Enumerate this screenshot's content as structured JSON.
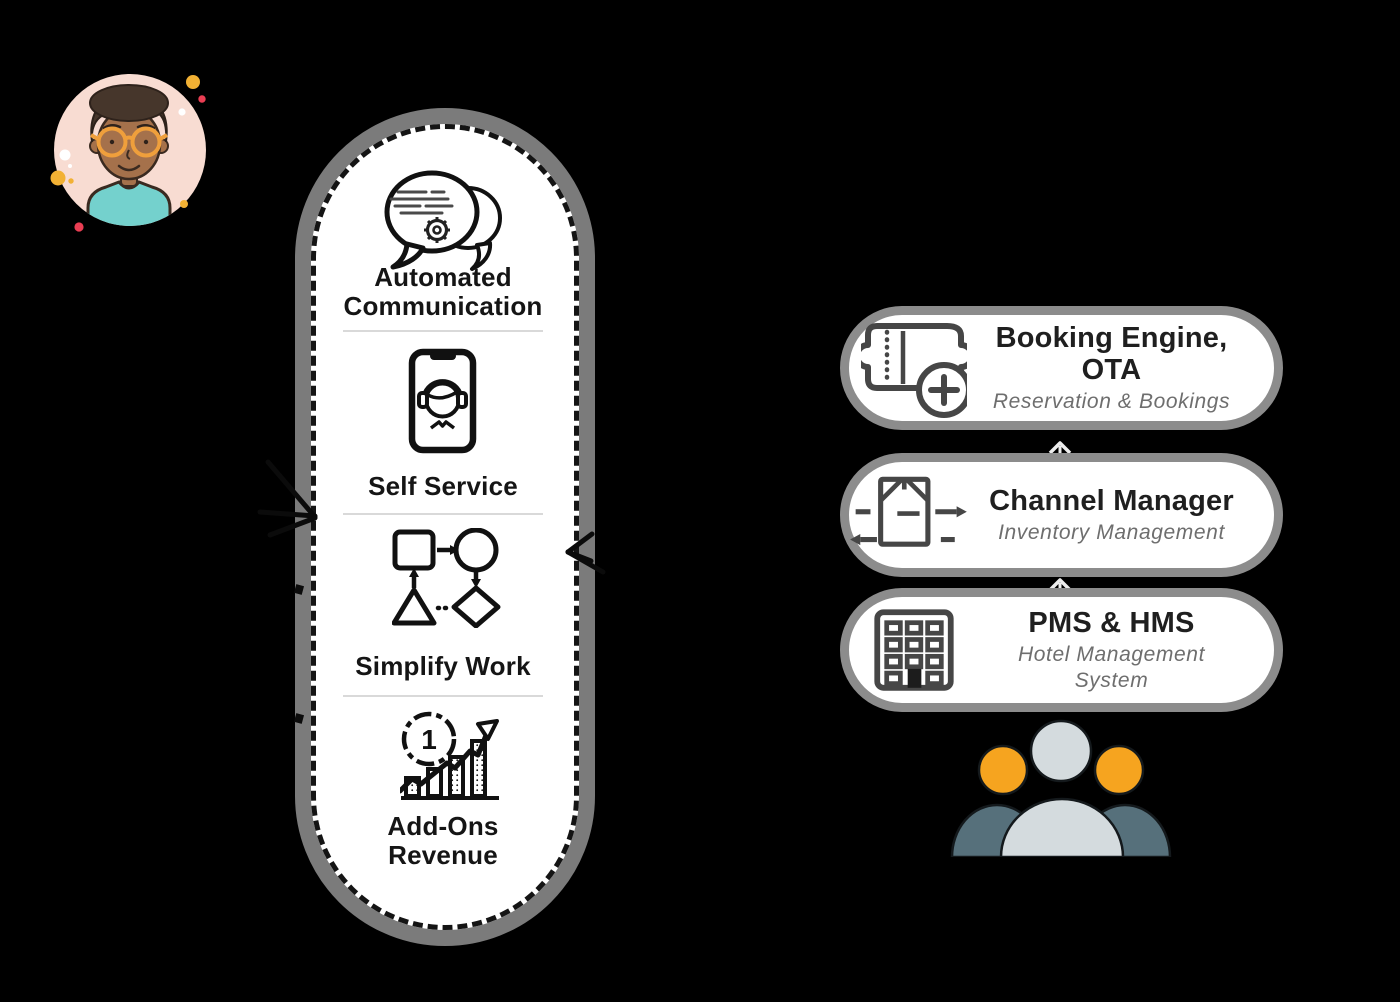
{
  "canvas": {
    "background": "#000000"
  },
  "avatar": {
    "icon": "customer-avatar-icon",
    "bg_color": "#F8DCD2",
    "skin_color": "#A5714B",
    "hair_color": "#46362B",
    "shirt_color": "#74D1CD",
    "glasses_color": "#EF9F3C",
    "dot_yellow": "#F2B134",
    "dot_red": "#EA3E53"
  },
  "capsule": {
    "ring_color": "#7B7B7B",
    "items": [
      {
        "icon": "chat-gear-icon",
        "label": "Automated Communication"
      },
      {
        "icon": "phone-support-icon",
        "label": "Self Service"
      },
      {
        "icon": "workflow-icon",
        "label": "Simplify Work"
      },
      {
        "icon": "growth-chart-icon",
        "label": "Add-Ons Revenue",
        "clock_text": "1"
      }
    ]
  },
  "systems": [
    {
      "icon": "ticket-plus-icon",
      "title": "Booking Engine, OTA",
      "subtitle": "Reservation & Bookings"
    },
    {
      "icon": "package-flow-icon",
      "title": "Channel Manager",
      "subtitle": "Inventory Management"
    },
    {
      "icon": "building-icon",
      "title": "PMS & HMS",
      "subtitle": "Hotel Management System"
    }
  ],
  "people_group": {
    "icon": "users-group-icon",
    "center_color": "#D4DBDE",
    "side_head_color": "#F6A41F",
    "side_body_color": "#56707B",
    "box_border_color": "#8C8C8C"
  }
}
